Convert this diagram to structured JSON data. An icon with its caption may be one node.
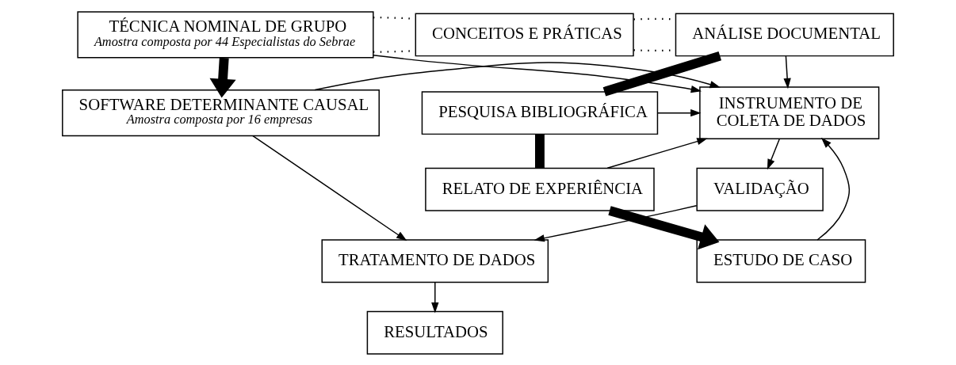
{
  "diagram": {
    "nodes": [
      {
        "text": [
          "TÉCNICA NOMINAL DE GRUPO",
          "Amostra composta por 44 Especialistas do Sebrae"
        ]
      },
      {
        "text": [
          "CONCEITOS E PRÁTICAS"
        ]
      },
      {
        "text": [
          "ANÁLISE DOCUMENTAL"
        ]
      },
      {
        "text": [
          "SOFTWARE DETERMINANTE CAUSAL",
          "Amostra composta por 16 empresas"
        ]
      },
      {
        "text": [
          "INSTRUMENTO DE COLETA DE DADOS"
        ]
      },
      {
        "text": [
          "PESQUISA BIBLIOGRÁFICA"
        ]
      },
      {
        "text": [
          "VALIDAÇÃO"
        ]
      },
      {
        "text": [
          "RELATO DE EXPERIÊNCIA"
        ]
      },
      {
        "text": [
          "TRATAMENTO DE DADOS"
        ]
      },
      {
        "text": [
          "ESTUDO DE CASO"
        ]
      },
      {
        "text": [
          "RESULTADOS"
        ]
      }
    ],
    "edges": [
      {
        "from": 0,
        "to": 3,
        "arrow": "to",
        "style": "thick"
      },
      {
        "from": 0,
        "to": 1,
        "arrow": "none",
        "style": "dashed"
      },
      {
        "from": 0,
        "to": 1,
        "arrow": "none",
        "style": "dashed"
      },
      {
        "from": 1,
        "to": 2,
        "arrow": "none",
        "style": "dashed"
      },
      {
        "from": 1,
        "to": 2,
        "arrow": "none",
        "style": "dashed"
      },
      {
        "from": 0,
        "to": 4,
        "arrow": "to"
      },
      {
        "from": 2,
        "to": 4,
        "arrow": "to"
      },
      {
        "from": 3,
        "to": 4,
        "arrow": "to"
      },
      {
        "from": 5,
        "to": 4,
        "arrow": "to"
      },
      {
        "from": 7,
        "to": 4,
        "arrow": "to"
      },
      {
        "from": 9,
        "to": 4,
        "arrow": "to"
      },
      {
        "from": 2,
        "to": 5,
        "arrow": "none",
        "style": "thick"
      },
      {
        "from": 5,
        "to": 7,
        "arrow": "none",
        "style": "thick"
      },
      {
        "from": 7,
        "to": 9,
        "arrow": "to",
        "style": "thick"
      },
      {
        "from": 4,
        "to": 6,
        "arrow": "to"
      },
      {
        "from": 6,
        "to": 8,
        "arrow": "to"
      },
      {
        "from": 3,
        "to": 8,
        "arrow": "to"
      },
      {
        "from": 8,
        "to": 10,
        "arrow": "to"
      }
    ]
  }
}
